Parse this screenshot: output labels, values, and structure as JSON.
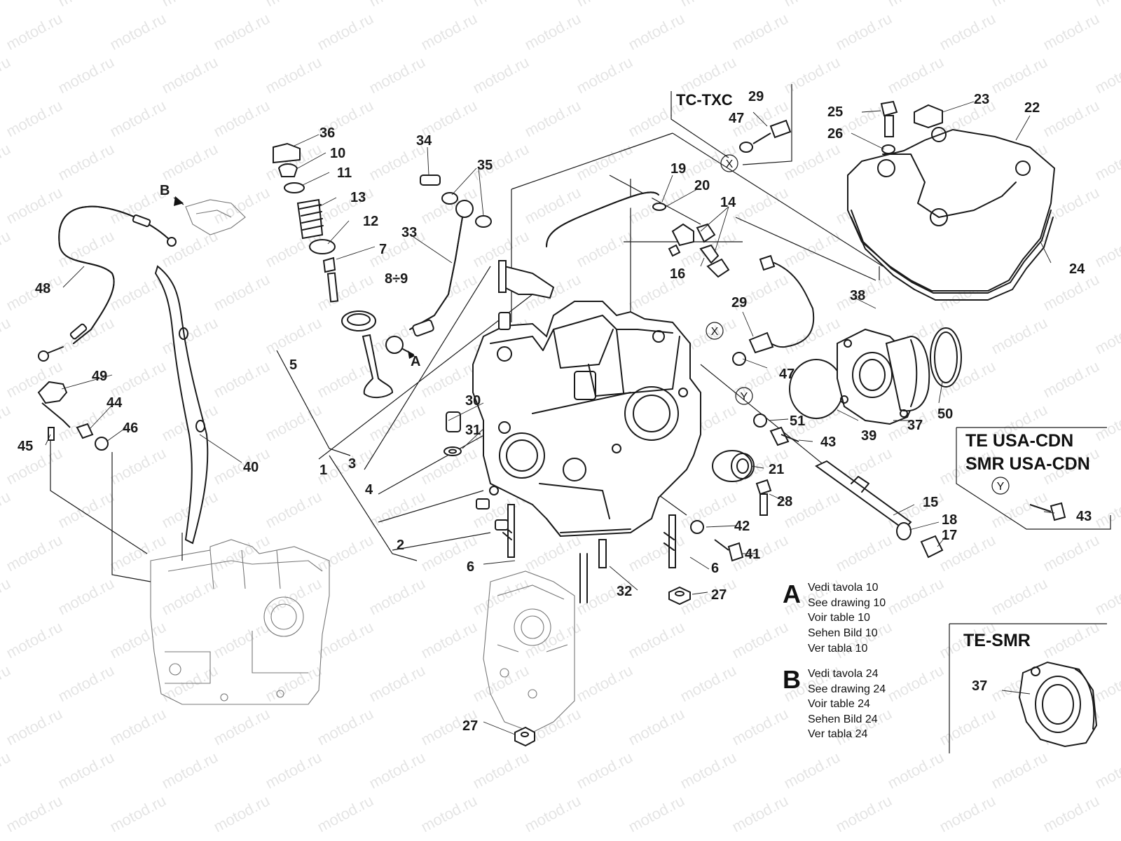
{
  "watermark": "motod.ru",
  "callouts": [
    "1",
    "2",
    "3",
    "4",
    "5",
    "6",
    "6",
    "7",
    "8÷9",
    "10",
    "11",
    "12",
    "13",
    "14",
    "15",
    "16",
    "17",
    "18",
    "19",
    "20",
    "21",
    "22",
    "23",
    "24",
    "25",
    "26",
    "27",
    "27",
    "28",
    "29",
    "29",
    "30",
    "31",
    "32",
    "33",
    "34",
    "35",
    "36",
    "37",
    "37",
    "38",
    "39",
    "40",
    "41",
    "42",
    "43",
    "43",
    "44",
    "45",
    "46",
    "47",
    "47",
    "48",
    "49",
    "50",
    "51"
  ],
  "pointer_labels": {
    "a": "A",
    "b": "B",
    "x": "X",
    "y": "Y"
  },
  "variants": {
    "tc_txc": "TC-TXC",
    "te_usa_cdn": "TE USA-CDN",
    "smr_usa_cdn": "SMR USA-CDN",
    "te_smr": "TE-SMR"
  },
  "references": [
    {
      "letter": "A",
      "lines": [
        "Vedi tavola 10",
        "See drawing 10",
        "Voir table 10",
        "Sehen Bild 10",
        "Ver tabla 10"
      ]
    },
    {
      "letter": "B",
      "lines": [
        "Vedi tavola 24",
        "See drawing 24",
        "Voir table 24",
        "Sehen Bild 24",
        "Ver tabla 24"
      ]
    }
  ]
}
